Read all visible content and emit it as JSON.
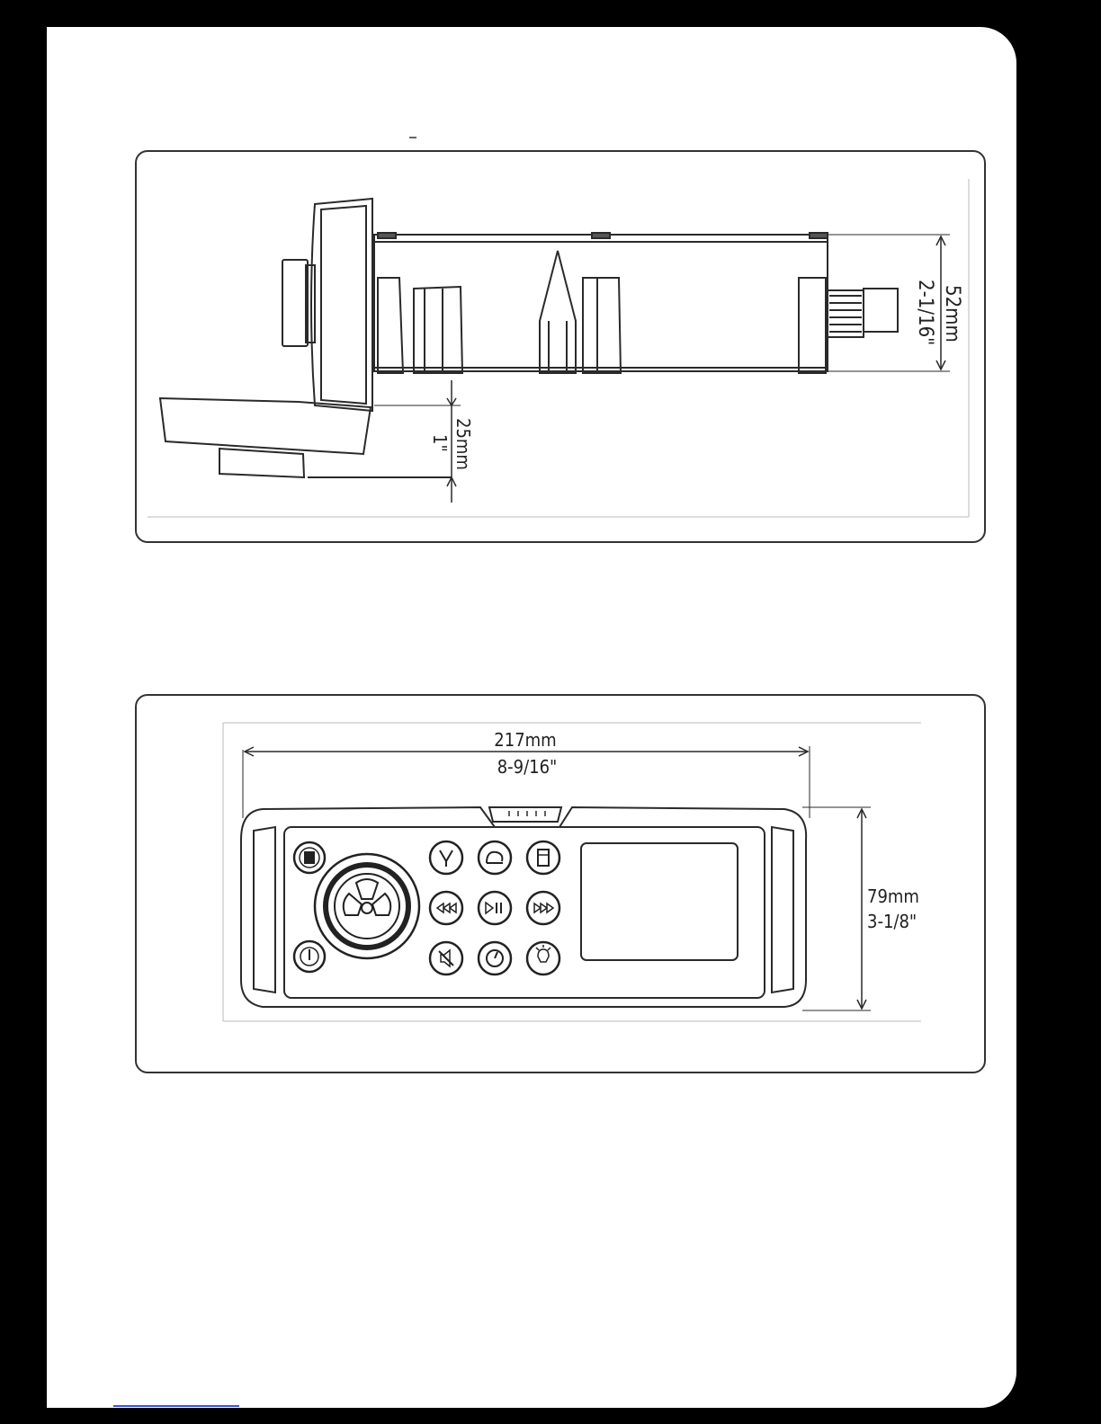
{
  "side_view": {
    "height_mm": "52mm",
    "height_in": "2-1/16\"",
    "depth_mm": "25mm",
    "depth_in": "1\""
  },
  "front_view": {
    "width_mm": "217mm",
    "width_in": "8-9/16\"",
    "height_mm": "79mm",
    "height_in": "3-1/8\""
  },
  "icons": [
    "menu-icon",
    "power-icon",
    "antenna-icon",
    "source-icon",
    "card-icon",
    "previous-track-icon",
    "play-pause-icon",
    "next-track-icon",
    "mute-icon",
    "clock-icon",
    "light-icon",
    "rotary-knob-icon"
  ]
}
